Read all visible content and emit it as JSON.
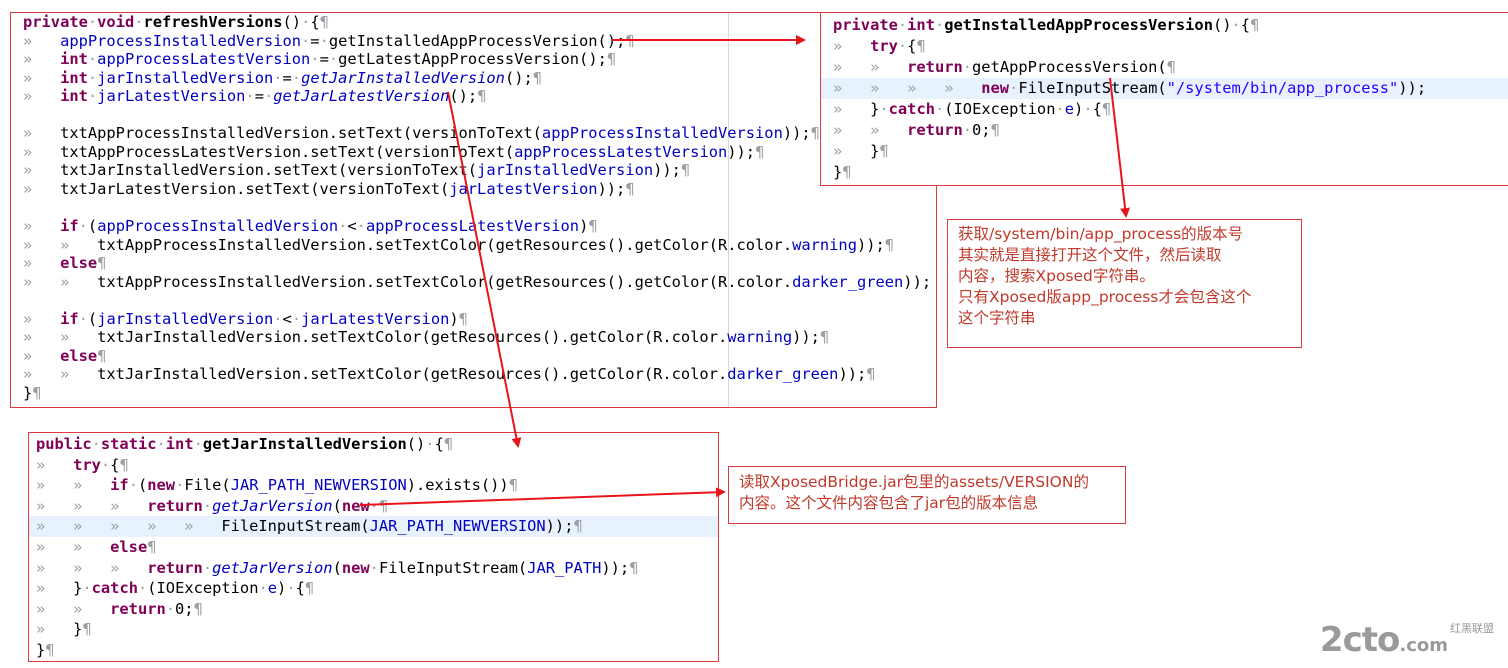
{
  "panel1": {
    "lines": [
      {
        "s": [
          [
            "kw",
            "private"
          ],
          [
            "ws",
            "·"
          ],
          [
            "kw",
            "void"
          ],
          [
            "ws",
            "·"
          ],
          [
            "md",
            "refreshVersions"
          ],
          [
            "p",
            "()"
          ],
          [
            "ws",
            "·"
          ],
          [
            "p",
            "{"
          ],
          [
            "ws",
            "¶"
          ]
        ]
      },
      {
        "s": [
          [
            "ws",
            "»   "
          ],
          [
            "fld",
            "appProcessInstalledVersion"
          ],
          [
            "ws",
            "·"
          ],
          [
            "p",
            "="
          ],
          [
            "ws",
            "·"
          ],
          [
            "p",
            "getInstalledAppProcessVersion();"
          ],
          [
            "ws",
            "¶"
          ]
        ]
      },
      {
        "s": [
          [
            "ws",
            "»   "
          ],
          [
            "kw",
            "int"
          ],
          [
            "ws",
            "·"
          ],
          [
            "fld",
            "appProcessLatestVersion"
          ],
          [
            "ws",
            "·"
          ],
          [
            "p",
            "="
          ],
          [
            "ws",
            "·"
          ],
          [
            "p",
            "getLatestAppProcessVersion();"
          ],
          [
            "ws",
            "¶"
          ]
        ]
      },
      {
        "s": [
          [
            "ws",
            "»   "
          ],
          [
            "kw",
            "int"
          ],
          [
            "ws",
            "·"
          ],
          [
            "fld",
            "jarInstalledVersion"
          ],
          [
            "ws",
            "·"
          ],
          [
            "p",
            "="
          ],
          [
            "ws",
            "·"
          ],
          [
            "stat",
            "getJarInstalledVersion"
          ],
          [
            "p",
            "();"
          ],
          [
            "ws",
            "¶"
          ]
        ]
      },
      {
        "s": [
          [
            "ws",
            "»   "
          ],
          [
            "kw",
            "int"
          ],
          [
            "ws",
            "·"
          ],
          [
            "fld",
            "jarLatestVersion"
          ],
          [
            "ws",
            "·"
          ],
          [
            "p",
            "="
          ],
          [
            "ws",
            "·"
          ],
          [
            "stat",
            "getJarLatestVersion"
          ],
          [
            "p",
            "();"
          ],
          [
            "ws",
            "¶"
          ]
        ]
      },
      {
        "s": []
      },
      {
        "s": [
          [
            "ws",
            "»   "
          ],
          [
            "p",
            "txtAppProcessInstalledVersion.setText(versionToText("
          ],
          [
            "fld",
            "appProcessInstalledVersion"
          ],
          [
            "p",
            "));"
          ],
          [
            "ws",
            "¶"
          ]
        ]
      },
      {
        "s": [
          [
            "ws",
            "»   "
          ],
          [
            "p",
            "txtAppProcessLatestVersion.setText(versionToText("
          ],
          [
            "fld",
            "appProcessLatestVersion"
          ],
          [
            "p",
            "));"
          ],
          [
            "ws",
            "¶"
          ]
        ]
      },
      {
        "s": [
          [
            "ws",
            "»   "
          ],
          [
            "p",
            "txtJarInstalledVersion.setText(versionToText("
          ],
          [
            "fld",
            "jarInstalledVersion"
          ],
          [
            "p",
            "));"
          ],
          [
            "ws",
            "¶"
          ]
        ]
      },
      {
        "s": [
          [
            "ws",
            "»   "
          ],
          [
            "p",
            "txtJarLatestVersion.setText(versionToText("
          ],
          [
            "fld",
            "jarLatestVersion"
          ],
          [
            "p",
            "));"
          ],
          [
            "ws",
            "¶"
          ]
        ]
      },
      {
        "s": []
      },
      {
        "s": [
          [
            "ws",
            "»   "
          ],
          [
            "kw",
            "if"
          ],
          [
            "ws",
            "·"
          ],
          [
            "p",
            "("
          ],
          [
            "fld",
            "appProcessInstalledVersion"
          ],
          [
            "ws",
            "·"
          ],
          [
            "p",
            "<"
          ],
          [
            "ws",
            "·"
          ],
          [
            "fld",
            "appProcessLatestVersion"
          ],
          [
            "p",
            ")"
          ],
          [
            "ws",
            "¶"
          ]
        ]
      },
      {
        "s": [
          [
            "ws",
            "»   »   "
          ],
          [
            "p",
            "txtAppProcessInstalledVersion.setTextColor(getResources().getColor(R.color."
          ],
          [
            "cst",
            "warning"
          ],
          [
            "p",
            "));"
          ],
          [
            "ws",
            "¶"
          ]
        ]
      },
      {
        "s": [
          [
            "ws",
            "»   "
          ],
          [
            "kw",
            "else"
          ],
          [
            "ws",
            "¶"
          ]
        ]
      },
      {
        "s": [
          [
            "ws",
            "»   »   "
          ],
          [
            "p",
            "txtAppProcessInstalledVersion.setTextColor(getResources().getColor(R.color."
          ],
          [
            "cst",
            "darker_green"
          ],
          [
            "p",
            "));"
          ]
        ]
      },
      {
        "s": []
      },
      {
        "s": [
          [
            "ws",
            "»   "
          ],
          [
            "kw",
            "if"
          ],
          [
            "ws",
            "·"
          ],
          [
            "p",
            "("
          ],
          [
            "fld",
            "jarInstalledVersion"
          ],
          [
            "ws",
            "·"
          ],
          [
            "p",
            "<"
          ],
          [
            "ws",
            "·"
          ],
          [
            "fld",
            "jarLatestVersion"
          ],
          [
            "p",
            ")"
          ],
          [
            "ws",
            "¶"
          ]
        ]
      },
      {
        "s": [
          [
            "ws",
            "»   »   "
          ],
          [
            "p",
            "txtJarInstalledVersion.setTextColor(getResources().getColor(R.color."
          ],
          [
            "cst",
            "warning"
          ],
          [
            "p",
            "));"
          ],
          [
            "ws",
            "¶"
          ]
        ]
      },
      {
        "s": [
          [
            "ws",
            "»   "
          ],
          [
            "kw",
            "else"
          ],
          [
            "ws",
            "¶"
          ]
        ]
      },
      {
        "s": [
          [
            "ws",
            "»   »   "
          ],
          [
            "p",
            "txtJarInstalledVersion.setTextColor(getResources().getColor(R.color."
          ],
          [
            "cst",
            "darker_green"
          ],
          [
            "p",
            "));"
          ],
          [
            "ws",
            "¶"
          ]
        ]
      },
      {
        "s": [
          [
            "p",
            "}"
          ],
          [
            "ws",
            "¶"
          ]
        ]
      }
    ]
  },
  "panel2": {
    "lines": [
      {
        "s": [
          [
            "kw",
            "private"
          ],
          [
            "ws",
            "·"
          ],
          [
            "kw",
            "int"
          ],
          [
            "ws",
            "·"
          ],
          [
            "md",
            "getInstalledAppProcessVersion"
          ],
          [
            "p",
            "()"
          ],
          [
            "ws",
            "·"
          ],
          [
            "p",
            "{"
          ],
          [
            "ws",
            "¶"
          ]
        ]
      },
      {
        "s": [
          [
            "ws",
            "»   "
          ],
          [
            "kw",
            "try"
          ],
          [
            "ws",
            "·"
          ],
          [
            "p",
            "{"
          ],
          [
            "ws",
            "¶"
          ]
        ]
      },
      {
        "s": [
          [
            "ws",
            "»   »   "
          ],
          [
            "kw",
            "return"
          ],
          [
            "ws",
            "·"
          ],
          [
            "p",
            "getAppProcessVersion("
          ],
          [
            "ws",
            "¶"
          ]
        ]
      },
      {
        "hl": true,
        "s": [
          [
            "ws",
            "»   »   »   »   "
          ],
          [
            "kw",
            "new"
          ],
          [
            "ws",
            "·"
          ],
          [
            "p",
            "FileInputStream("
          ],
          [
            "str",
            "\"/system/bin/app_process\""
          ],
          [
            "p",
            "));"
          ]
        ]
      },
      {
        "s": [
          [
            "ws",
            "»   "
          ],
          [
            "p",
            "}"
          ],
          [
            "ws",
            "·"
          ],
          [
            "kw",
            "catch"
          ],
          [
            "ws",
            "·"
          ],
          [
            "p",
            "(IOException"
          ],
          [
            "ws",
            "·"
          ],
          [
            "fld",
            "e"
          ],
          [
            "p",
            ")"
          ],
          [
            "ws",
            "·"
          ],
          [
            "p",
            "{"
          ],
          [
            "ws",
            "¶"
          ]
        ]
      },
      {
        "s": [
          [
            "ws",
            "»   »   "
          ],
          [
            "kw",
            "return"
          ],
          [
            "ws",
            "·"
          ],
          [
            "p",
            "0;"
          ],
          [
            "ws",
            "¶"
          ]
        ]
      },
      {
        "s": [
          [
            "ws",
            "»   "
          ],
          [
            "p",
            "}"
          ],
          [
            "ws",
            "¶"
          ]
        ]
      },
      {
        "s": [
          [
            "p",
            "}"
          ],
          [
            "ws",
            "¶"
          ]
        ]
      }
    ]
  },
  "panel3": {
    "lines": [
      {
        "s": [
          [
            "kw",
            "public"
          ],
          [
            "ws",
            "·"
          ],
          [
            "kw",
            "static"
          ],
          [
            "ws",
            "·"
          ],
          [
            "kw",
            "int"
          ],
          [
            "ws",
            "·"
          ],
          [
            "md",
            "getJarInstalledVersion"
          ],
          [
            "p",
            "()"
          ],
          [
            "ws",
            "·"
          ],
          [
            "p",
            "{"
          ],
          [
            "ws",
            "¶"
          ]
        ]
      },
      {
        "s": [
          [
            "ws",
            "»   "
          ],
          [
            "kw",
            "try"
          ],
          [
            "ws",
            "·"
          ],
          [
            "p",
            "{"
          ],
          [
            "ws",
            "¶"
          ]
        ]
      },
      {
        "s": [
          [
            "ws",
            "»   »   "
          ],
          [
            "kw",
            "if"
          ],
          [
            "ws",
            "·"
          ],
          [
            "p",
            "("
          ],
          [
            "kw",
            "new"
          ],
          [
            "ws",
            "·"
          ],
          [
            "p",
            "File("
          ],
          [
            "cst",
            "JAR_PATH_NEWVERSION"
          ],
          [
            "p",
            ").exists())"
          ],
          [
            "ws",
            "¶"
          ]
        ]
      },
      {
        "s": [
          [
            "ws",
            "»   »   »   "
          ],
          [
            "kw",
            "return"
          ],
          [
            "ws",
            "·"
          ],
          [
            "stat",
            "getJarVersion"
          ],
          [
            "p",
            "("
          ],
          [
            "kw",
            "new"
          ],
          [
            "ws",
            "·¶"
          ]
        ]
      },
      {
        "hl": true,
        "s": [
          [
            "ws",
            "»   »   »   »   »   "
          ],
          [
            "p",
            "FileInputStream("
          ],
          [
            "cst",
            "JAR_PATH_NEWVERSION"
          ],
          [
            "p",
            "));"
          ],
          [
            "ws",
            "¶"
          ]
        ]
      },
      {
        "s": [
          [
            "ws",
            "»   »   "
          ],
          [
            "kw",
            "else"
          ],
          [
            "ws",
            "¶"
          ]
        ]
      },
      {
        "s": [
          [
            "ws",
            "»   »   »   "
          ],
          [
            "kw",
            "return"
          ],
          [
            "ws",
            "·"
          ],
          [
            "stat",
            "getJarVersion"
          ],
          [
            "p",
            "("
          ],
          [
            "kw",
            "new"
          ],
          [
            "ws",
            "·"
          ],
          [
            "p",
            "FileInputStream("
          ],
          [
            "cst",
            "JAR_PATH"
          ],
          [
            "p",
            "));"
          ],
          [
            "ws",
            "¶"
          ]
        ]
      },
      {
        "s": [
          [
            "ws",
            "»   "
          ],
          [
            "p",
            "}"
          ],
          [
            "ws",
            "·"
          ],
          [
            "kw",
            "catch"
          ],
          [
            "ws",
            "·"
          ],
          [
            "p",
            "(IOException"
          ],
          [
            "ws",
            "·"
          ],
          [
            "fld",
            "e"
          ],
          [
            "p",
            ")"
          ],
          [
            "ws",
            "·"
          ],
          [
            "p",
            "{"
          ],
          [
            "ws",
            "¶"
          ]
        ]
      },
      {
        "s": [
          [
            "ws",
            "»   »   "
          ],
          [
            "kw",
            "return"
          ],
          [
            "ws",
            "·"
          ],
          [
            "p",
            "0;"
          ],
          [
            "ws",
            "¶"
          ]
        ]
      },
      {
        "s": [
          [
            "ws",
            "»   "
          ],
          [
            "p",
            "}"
          ],
          [
            "ws",
            "¶"
          ]
        ]
      },
      {
        "s": [
          [
            "p",
            "}"
          ],
          [
            "ws",
            "¶"
          ]
        ]
      }
    ]
  },
  "note1": {
    "lines": [
      "获取/system/bin/app_process的版本号",
      "其实就是直接打开这个文件，然后读取",
      "内容，搜索Xposed字符串。",
      "只有Xposed版app_process才会包含这个",
      "这个字符串"
    ]
  },
  "note2": {
    "lines": [
      "读取XposedBridge.jar包里的assets/VERSION的",
      "内容。这个文件内容包含了jar包的版本信息"
    ]
  },
  "watermark": {
    "big": "2cto",
    "suffix": ".com",
    "small": "红黑联盟"
  },
  "colors": {
    "keyword": "#7f0055",
    "field": "#0000c0",
    "string": "#2a00ff",
    "arrow": "#e8141c",
    "border": "#e0393e"
  }
}
